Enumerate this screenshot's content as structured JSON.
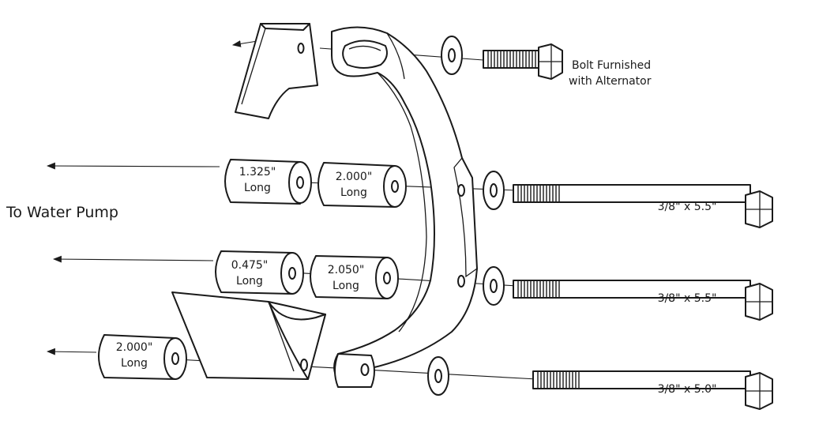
{
  "labels": {
    "water_pump": "To Water Pump",
    "bolt_note_line1": "Bolt Furnished",
    "bolt_note_line2": "with Alternator"
  },
  "spacers": [
    {
      "length": "1.325\"",
      "unit": "Long"
    },
    {
      "length": "2.000\"",
      "unit": "Long"
    },
    {
      "length": "0.475\"",
      "unit": "Long"
    },
    {
      "length": "2.050\"",
      "unit": "Long"
    },
    {
      "length": "2.000\"",
      "unit": "Long"
    }
  ],
  "bolts": [
    {
      "size": "3/8\" x 5.5\""
    },
    {
      "size": "3/8\" x 5.5\""
    },
    {
      "size": "3/8\" x 5.0\""
    }
  ],
  "colors": {
    "ink": "#1a1a1a",
    "paper": "#ffffff"
  }
}
